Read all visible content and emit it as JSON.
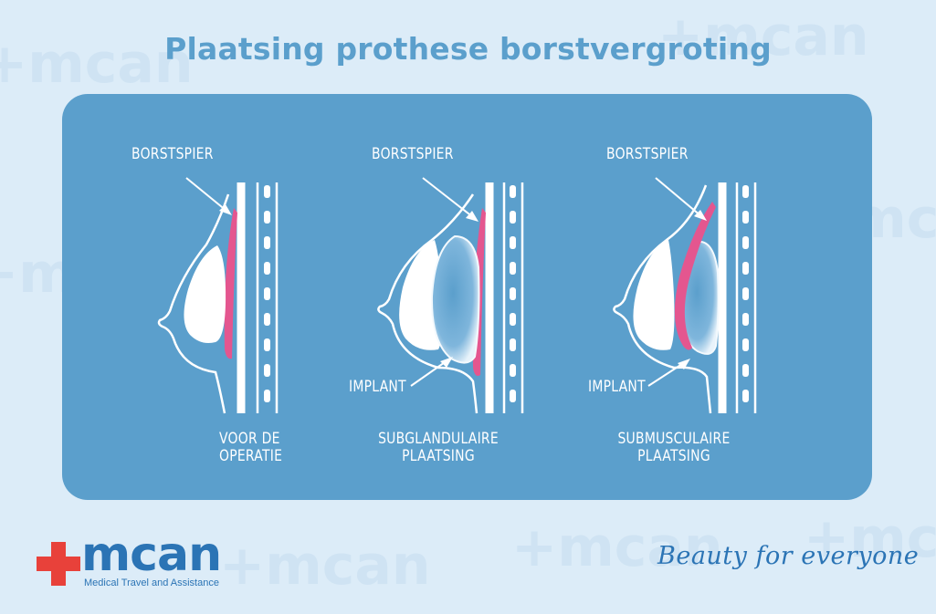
{
  "title": "Plaatsing prothese borstvergroting",
  "diagrams": [
    {
      "muscle_label": "BORSTSPIER",
      "implant_label": "",
      "caption_line1": "VOOR DE",
      "caption_line2": "OPERATIE"
    },
    {
      "muscle_label": "BORSTSPIER",
      "implant_label": "IMPLANT",
      "caption_line1": "SUBGLANDULAIRE",
      "caption_line2": "PLAATSING"
    },
    {
      "muscle_label": "BORSTSPIER",
      "implant_label": "IMPLANT",
      "caption_line1": "SUBMUSCULAIRE",
      "caption_line2": "PLAATSING"
    }
  ],
  "logo": {
    "name": "mcan",
    "subtitle": "Medical Travel and Assistance"
  },
  "tagline": "Beauty for everyone",
  "colors": {
    "background": "#dcecf8",
    "panel": "#5b9fcc",
    "muscle": "#e4568f",
    "brand_blue": "#2b74b5",
    "brand_red": "#e8413a"
  }
}
